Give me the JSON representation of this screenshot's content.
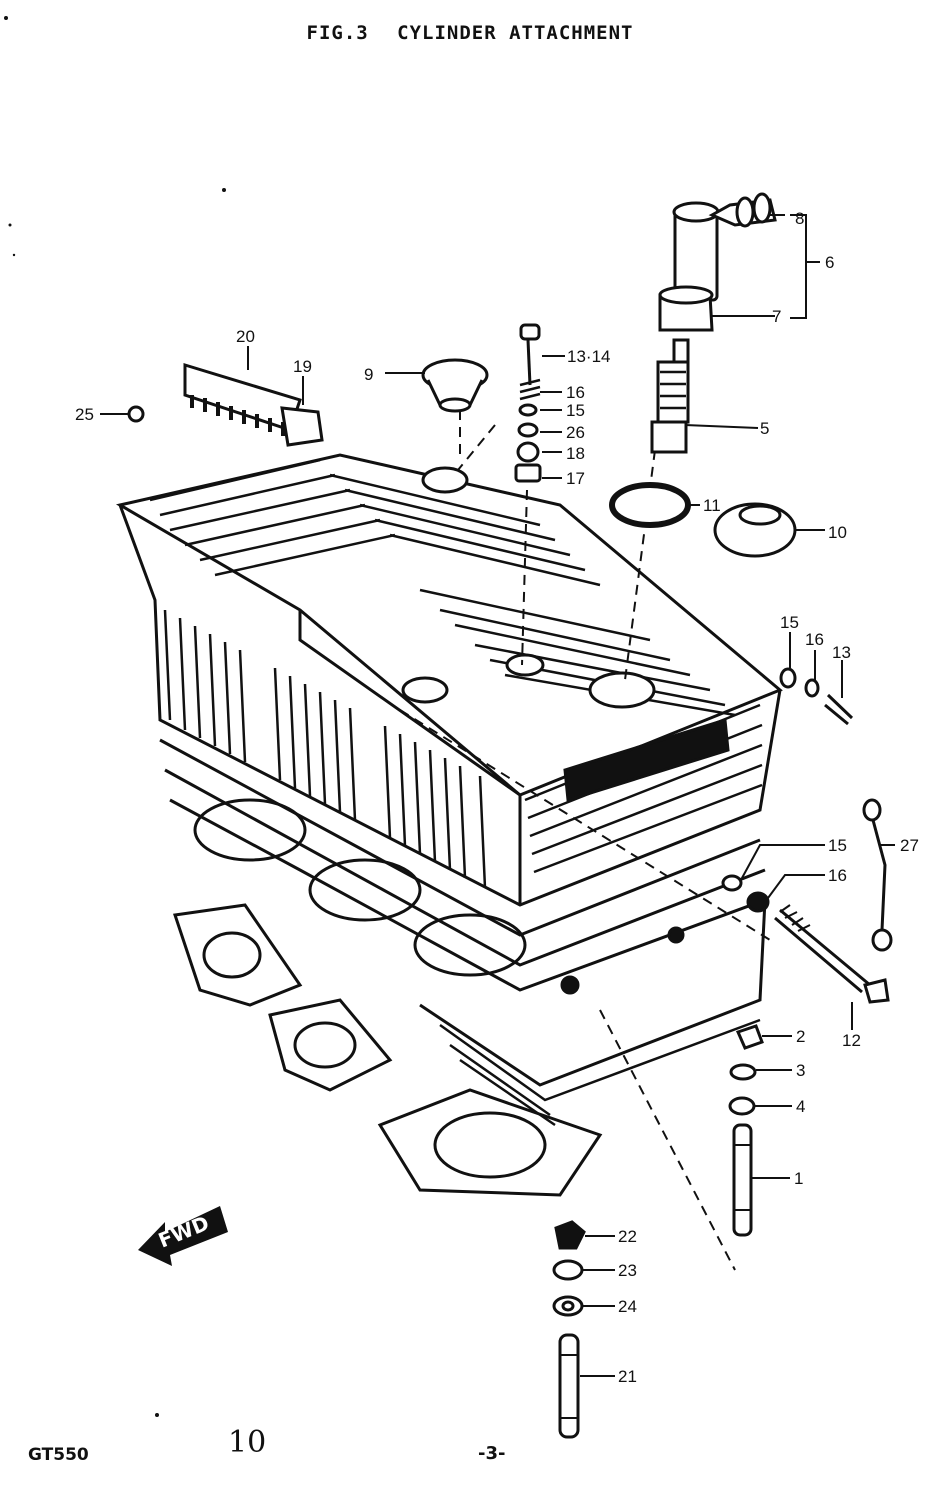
{
  "figure": {
    "prefix": "FIG.3",
    "title": "CYLINDER ATTACHMENT"
  },
  "footer": {
    "model": "GT550",
    "page": "-3-",
    "handwritten": "10"
  },
  "direction_label": "FWD",
  "callouts": [
    "1",
    "2",
    "3",
    "4",
    "5",
    "6",
    "7",
    "8",
    "9",
    "10",
    "11",
    "12",
    "13",
    "13·14",
    "15",
    "15",
    "15",
    "16",
    "16",
    "16",
    "17",
    "18",
    "19",
    "20",
    "21",
    "22",
    "23",
    "24",
    "25",
    "26",
    "27"
  ]
}
